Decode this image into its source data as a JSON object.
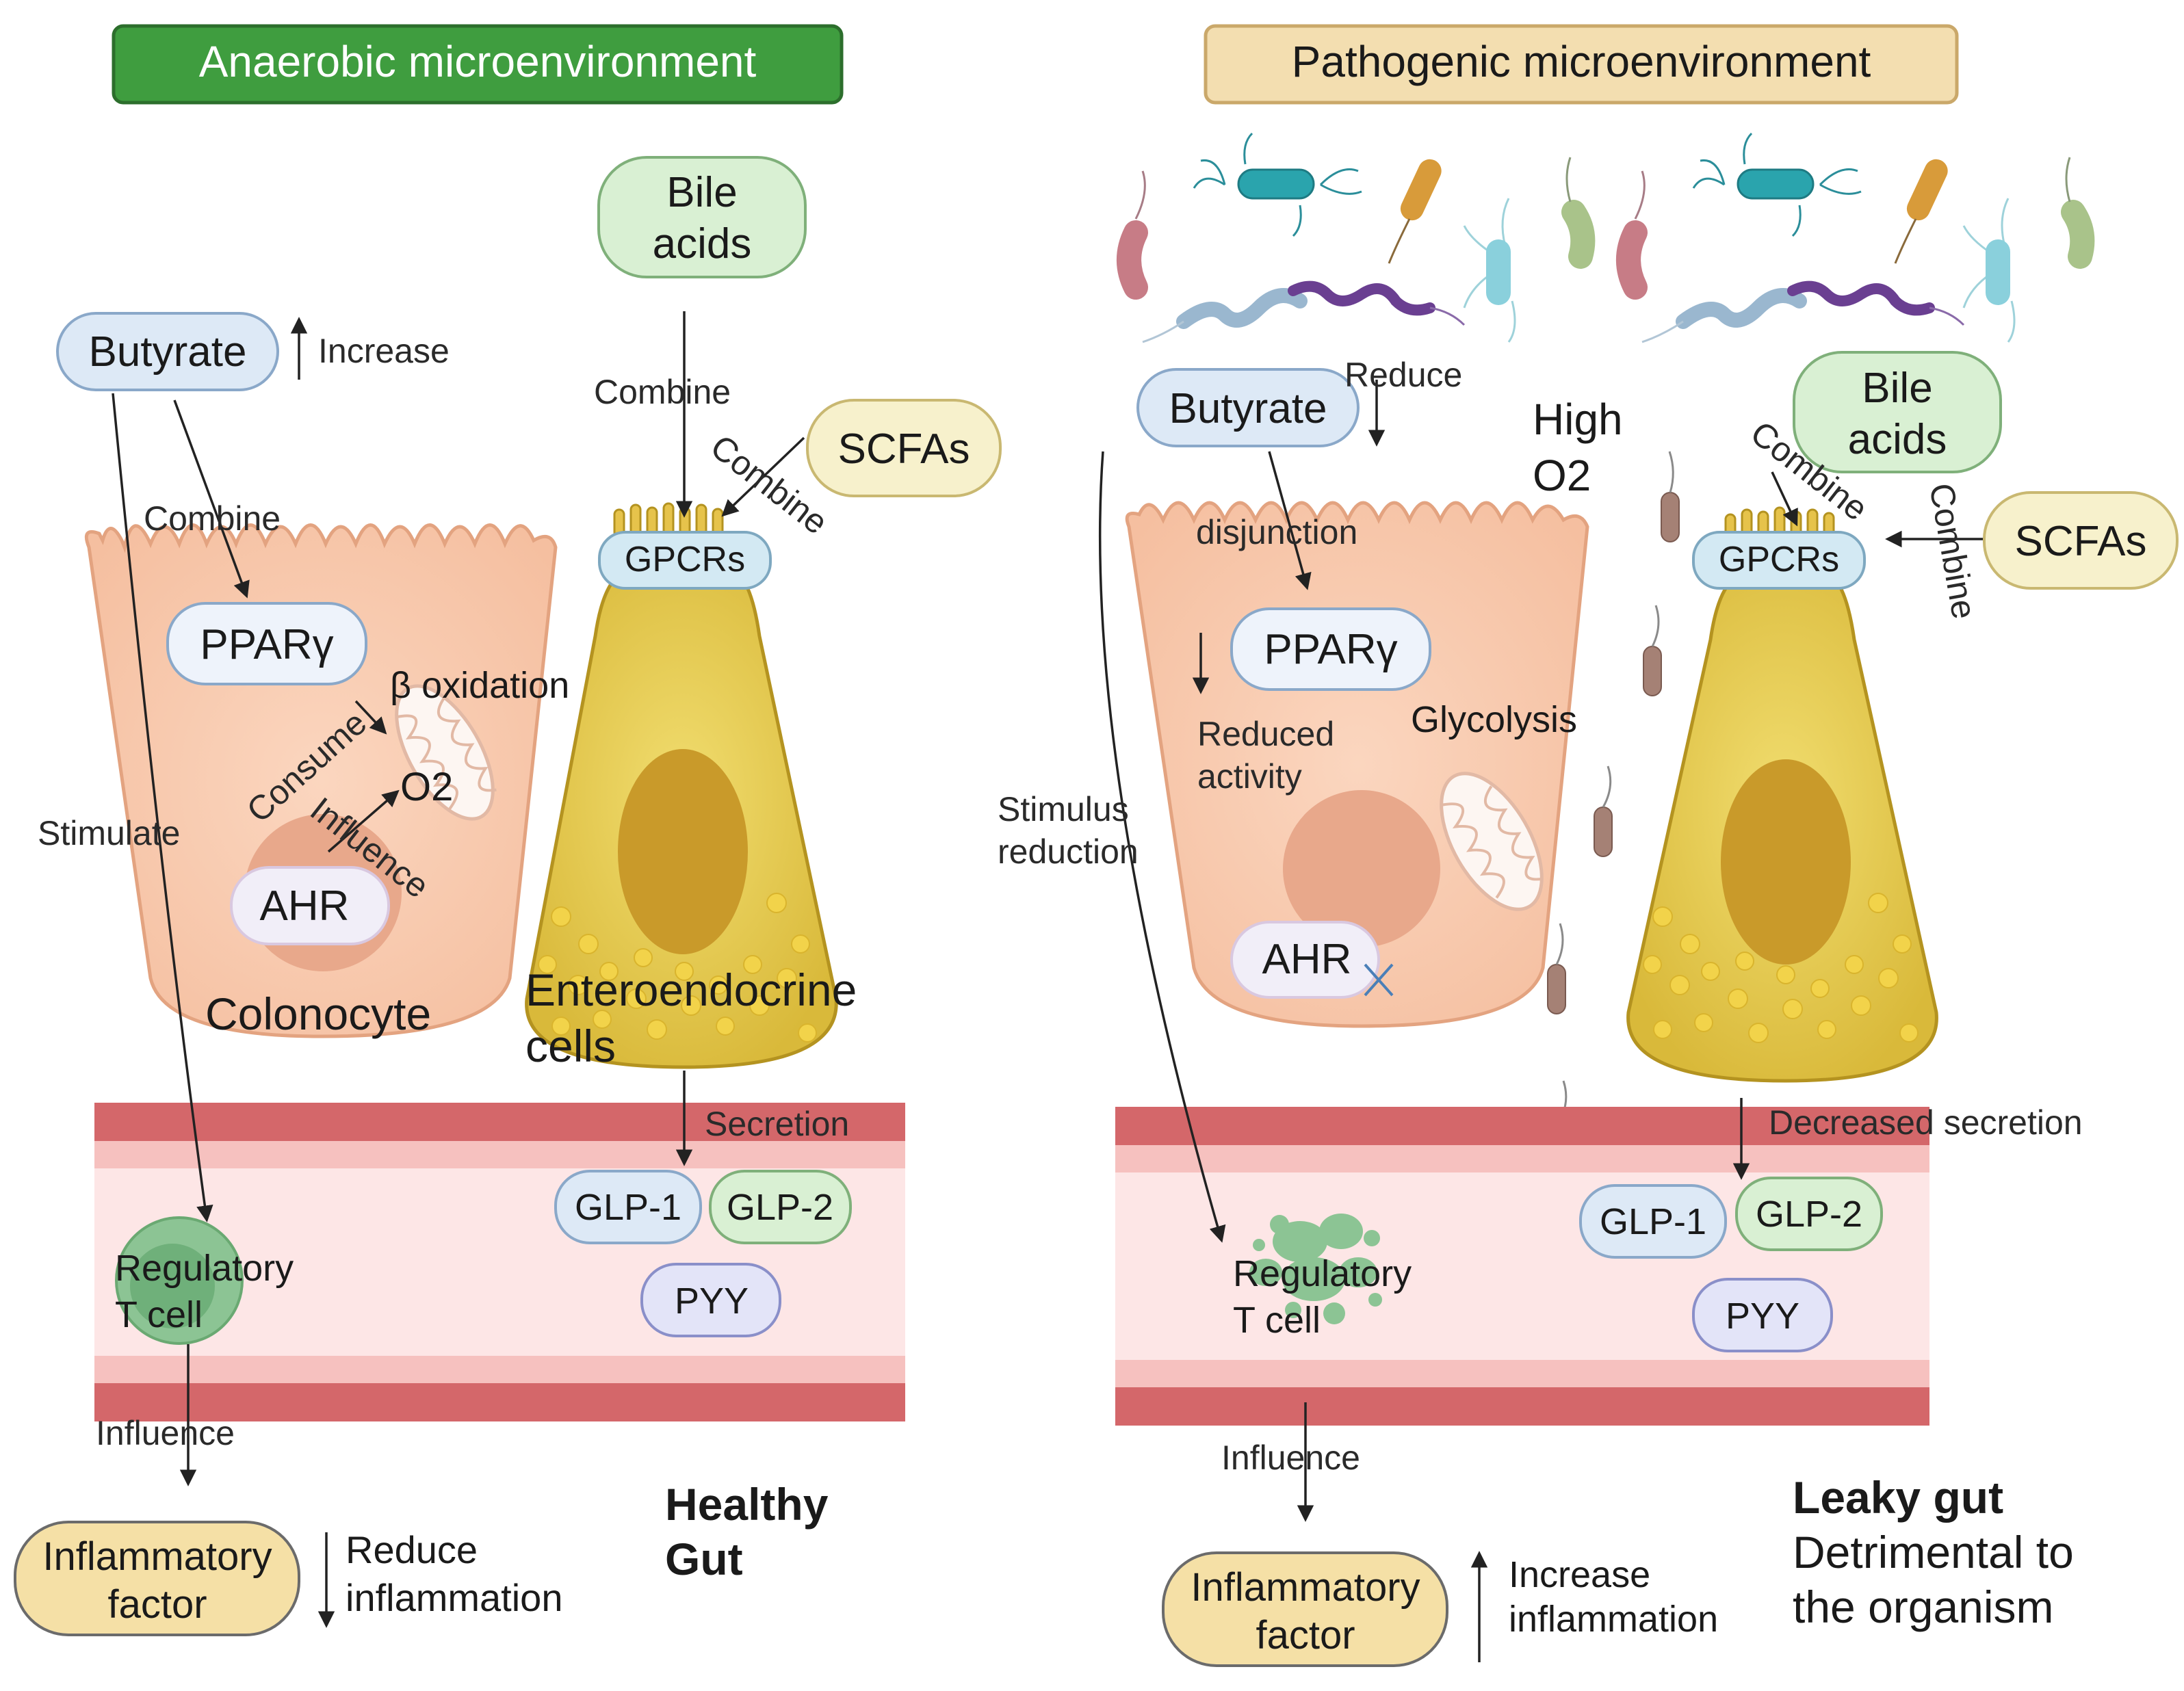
{
  "left_panel": {
    "header": "Anaerobic microenvironment",
    "butyrate": "Butyrate",
    "butyrate_change": "Increase",
    "bile_acids": [
      "Bile",
      "acids"
    ],
    "scfas": "SCFAs",
    "combine_1": "Combine",
    "combine_2": "Combine",
    "combine_3": "Combine",
    "gpcrs": "GPCRs",
    "ppar": "PPARγ",
    "beta_oxidation": "β  oxidation",
    "consume": "Consume",
    "o2": "O2",
    "influence_mito": "Influence",
    "ahr": "AHR",
    "stimulate": "Stimulate",
    "colonocyte": "Colonocyte",
    "enteroendocrine": [
      "Enteroendocrine",
      "cells"
    ],
    "secretion": "Secretion",
    "glp1": "GLP-1",
    "glp2": "GLP-2",
    "pyy": "PYY",
    "treg": [
      "Regulatory",
      "T cell"
    ],
    "influence": "Influence",
    "inflammatory_factor": [
      "Inflammatory",
      "factor"
    ],
    "inflammation_effect": [
      "Reduce",
      "inflammation"
    ],
    "gut_state": [
      "Healthy",
      "Gut"
    ]
  },
  "right_panel": {
    "header": "Pathogenic microenvironment",
    "butyrate": "Butyrate",
    "butyrate_change": "Reduce",
    "high_o2": [
      "High",
      "O2"
    ],
    "bile_acids": [
      "Bile",
      "acids"
    ],
    "scfas": "SCFAs",
    "combine_1": "Combine",
    "combine_2": "Combine",
    "gpcrs": "GPCRs",
    "disjunction": "disjunction",
    "ppar": "PPARγ",
    "reduced_activity": [
      "Reduced",
      "activity"
    ],
    "glycolysis": "Glycolysis",
    "ahr": "AHR",
    "stimulus_reduction": [
      "Stimulus",
      "reduction"
    ],
    "decreased_secretion": "Decreased secretion",
    "glp1": "GLP-1",
    "glp2": "GLP-2",
    "pyy": "PYY",
    "treg": [
      "Regulatory",
      "T cell"
    ],
    "influence": "Influence",
    "inflammatory_factor": [
      "Inflammatory",
      "factor"
    ],
    "inflammation_effect": [
      "Increase",
      "inflammation"
    ],
    "gut_state_title": "Leaky gut",
    "gut_state_desc": [
      "Detrimental to",
      "the organism"
    ]
  },
  "colors": {
    "header_green": "#3a9a3c",
    "header_tan": "#f3deb0",
    "cell_peach": "#f8cbb0",
    "ee_yellow": "#e9cf53",
    "vessel_red": "#d96b6e",
    "vessel_pink": "#fbe3e3",
    "pill_blue": "#dde9f6",
    "pill_green": "#d9f0d3",
    "pill_yellow": "#f7f1cc",
    "pill_purple": "#e3e4f8",
    "pill_tan": "#f5e0a6"
  }
}
